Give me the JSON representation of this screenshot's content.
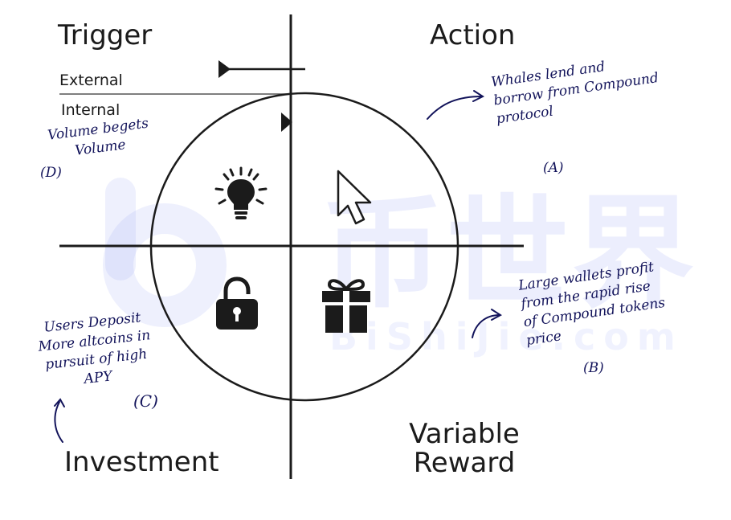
{
  "quadrants": {
    "trigger": "Trigger",
    "action": "Action",
    "investment": "Investment",
    "variable_reward_line1": "Variable",
    "variable_reward_line2": "Reward"
  },
  "trigger_types": {
    "external": "External",
    "internal": "Internal"
  },
  "icons": {
    "trigger": "lightbulb-icon",
    "action": "cursor-arrow-icon",
    "investment": "padlock-icon",
    "variable_reward": "gift-icon"
  },
  "annotations": {
    "A": {
      "lines": [
        "Whales lend and",
        "borrow from Compound",
        "protocol"
      ],
      "label": "(A)"
    },
    "B": {
      "lines": [
        "Large wallets profit",
        "from the rapid rise",
        "of Compound tokens",
        "price"
      ],
      "label": "(B)"
    },
    "C": {
      "lines": [
        "Users Deposit",
        "More altcoins in",
        "pursuit of high",
        "APY"
      ],
      "label": "(C)"
    },
    "D": {
      "lines": [
        "Volume begets",
        "Volume"
      ],
      "label": "(D)"
    }
  },
  "watermark": {
    "chinese": "币世界",
    "latin": "BiShiJie.com"
  },
  "colors": {
    "ink": "#1b1b1b",
    "handwriting": "#12135a",
    "watermark": "#a3abf5"
  }
}
